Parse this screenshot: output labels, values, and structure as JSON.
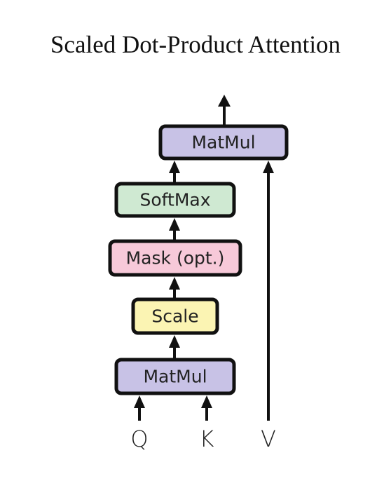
{
  "title": "Scaled Dot-Product Attention",
  "nodes": {
    "matmul_top": {
      "label": "MatMul",
      "color": "#c8c2e6"
    },
    "softmax": {
      "label": "SoftMax",
      "color": "#cfe9d2"
    },
    "mask": {
      "label": "Mask (opt.)",
      "color": "#f7c9d9"
    },
    "scale": {
      "label": "Scale",
      "color": "#fbf4b3"
    },
    "matmul_bottom": {
      "label": "MatMul",
      "color": "#c8c2e6"
    }
  },
  "inputs": {
    "q": "Q",
    "k": "K",
    "v": "V"
  }
}
